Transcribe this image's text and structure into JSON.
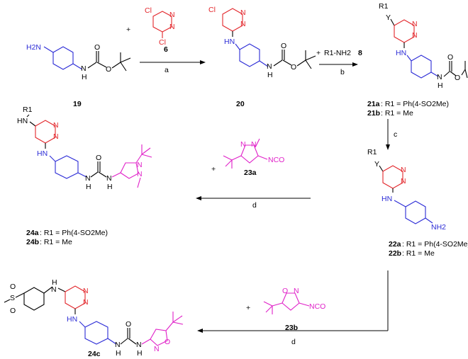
{
  "colors": {
    "phenyl_amine": "#2b2bd6",
    "pyrimidine": "#e3262b",
    "heteroaryl_isocyanate": "#e020c8",
    "bonds": "#000000"
  },
  "atoms": {
    "h2n": "H2N",
    "nh2": "NH2",
    "hn": "HN",
    "nh": "NH",
    "h": "H",
    "n": "N",
    "o": "O",
    "cl": "Cl",
    "s": "S",
    "y": "Y",
    "r1": "R1",
    "nco": "NCO",
    "plus": "+"
  },
  "reagents": {
    "amine": "R1-NH2",
    "amine_number": "8",
    "dichloropyrimidine_number": "6"
  },
  "compounds": {
    "c19": "19",
    "c20": "20",
    "c21a": "21a",
    "c21a_def": ": R1 = Ph(4-SO2Me)",
    "c21b": "21b",
    "c21b_def": ": R1 = Me",
    "c22a": "22a",
    "c22a_def": ": R1 = Ph(4-SO2Me)",
    "c22b": "22b",
    "c22b_def": ": R1 = Me",
    "c23a": "23a",
    "c23b": "23b",
    "c24a": "24a",
    "c24a_def": ": R1 = Ph(4-SO2Me)",
    "c24b": "24b",
    "c24b_def": ": R1 = Me",
    "c24c": "24c"
  },
  "steps": {
    "a": "a",
    "b": "b",
    "c": "c",
    "d1": "d",
    "d2": "d"
  }
}
